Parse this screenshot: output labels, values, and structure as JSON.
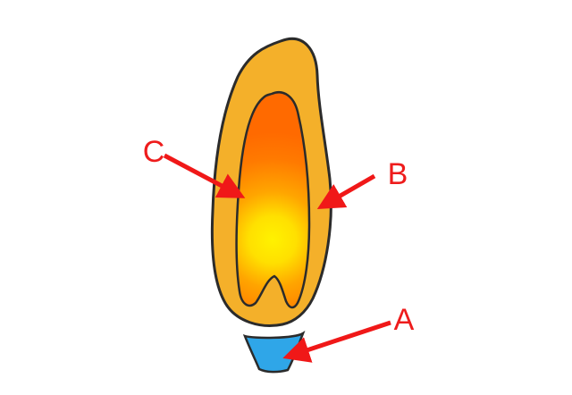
{
  "diagram": {
    "colors": {
      "outer_zone": "#F4B02A",
      "inner_zone_top": "#FF6A00",
      "inner_zone_mid": "#FF9A00",
      "inner_core": "#FFF200",
      "base_zone": "#2FA6E8",
      "outline": "#2B2B2B",
      "arrow": "#F01818",
      "label": "#EE1C1C"
    },
    "labels": [
      {
        "id": "A",
        "text": "A"
      },
      {
        "id": "B",
        "text": "B"
      },
      {
        "id": "C",
        "text": "C"
      }
    ]
  }
}
